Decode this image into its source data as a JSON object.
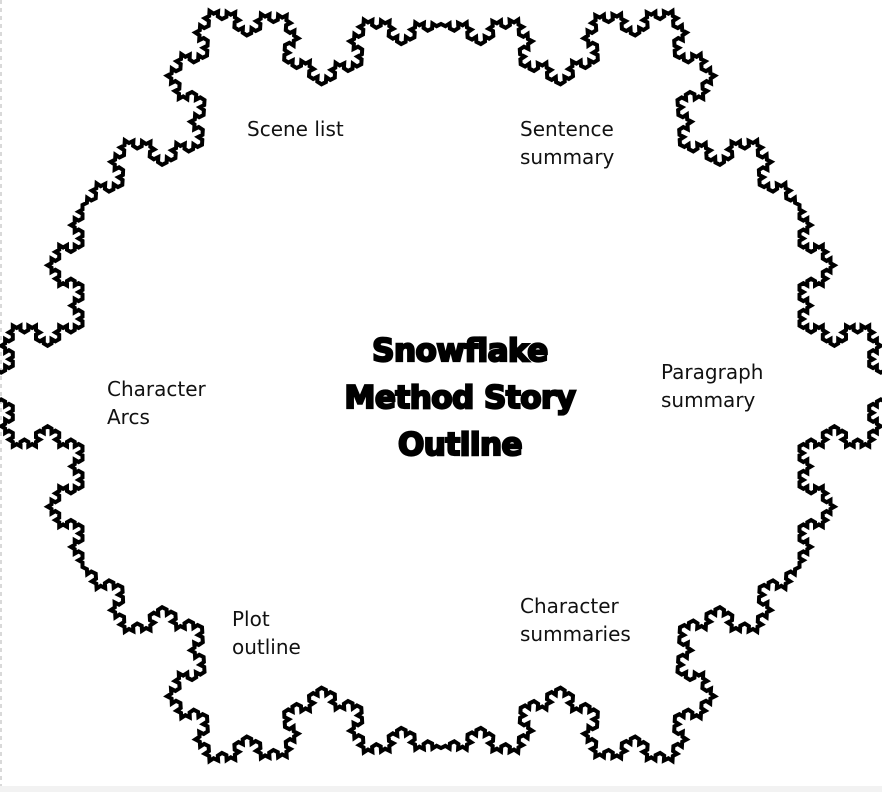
{
  "title": {
    "line1": "Snowflake",
    "line2": "Method Story",
    "line3": "Outline"
  },
  "labels": {
    "scene_list": "Scene list",
    "sentence_summary": {
      "line1": "Sentence",
      "line2": "summary"
    },
    "paragraph_summary": {
      "line1": "Paragraph",
      "line2": "summary"
    },
    "character_summaries": {
      "line1": "Character",
      "line2": "summaries"
    },
    "plot_outline": {
      "line1": "Plot",
      "line2": "outline"
    },
    "character_arcs": {
      "line1": "Character",
      "line2": "Arcs"
    }
  },
  "colors": {
    "outline": "#000000",
    "background": "#ffffff"
  }
}
